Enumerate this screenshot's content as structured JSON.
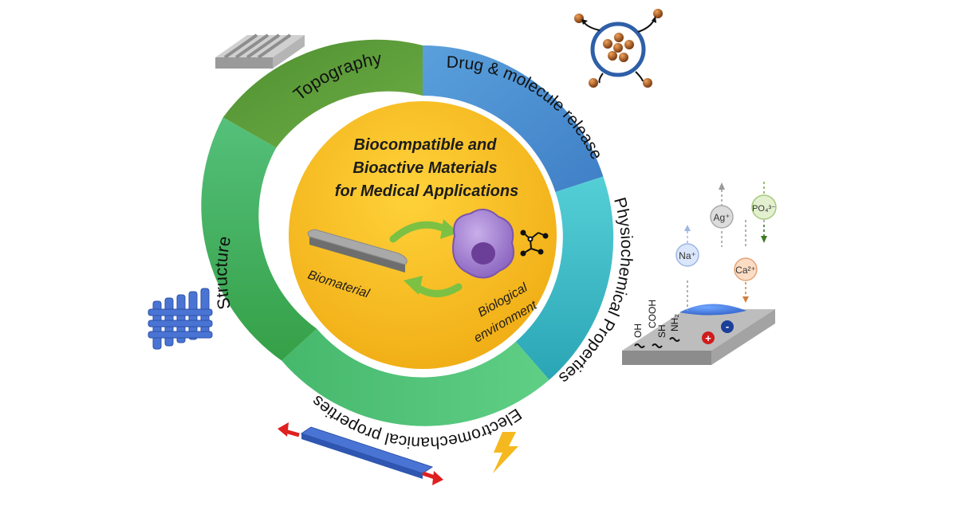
{
  "center": {
    "title_lines": [
      "Biocompatible and",
      "Bioactive Materials",
      "for Medical Applications"
    ],
    "biomaterial_label": "Biomaterial",
    "environment_label_lines": [
      "Biological",
      "environment"
    ]
  },
  "ring": {
    "topography": "Topography",
    "drug_release": "Drug & molecule release",
    "physiochemical": "Physiochemical Properties",
    "electromechanical": "Electromechanical properties",
    "structure": "Structure"
  },
  "ions": {
    "na": "Na⁺",
    "ag": "Ag⁺",
    "ca": "Ca²⁺",
    "po4": "PO₄³⁻"
  },
  "groups": {
    "oh": "OH",
    "cooh": "COOH",
    "sh": "SH",
    "nh2": "NH₂"
  },
  "charges": {
    "plus": "+",
    "minus": "-"
  },
  "colors": {
    "topography": "#5e9e3c",
    "drug_release": "#4a90d0",
    "physiochemical": "#3fbfc8",
    "electromechanical": "#4cc076",
    "structure": "#3faa50",
    "center": "#f5b81f",
    "cell": "#9a73c9",
    "arrow_green": "#7cc143",
    "blue_objects": "#4a74d4"
  }
}
